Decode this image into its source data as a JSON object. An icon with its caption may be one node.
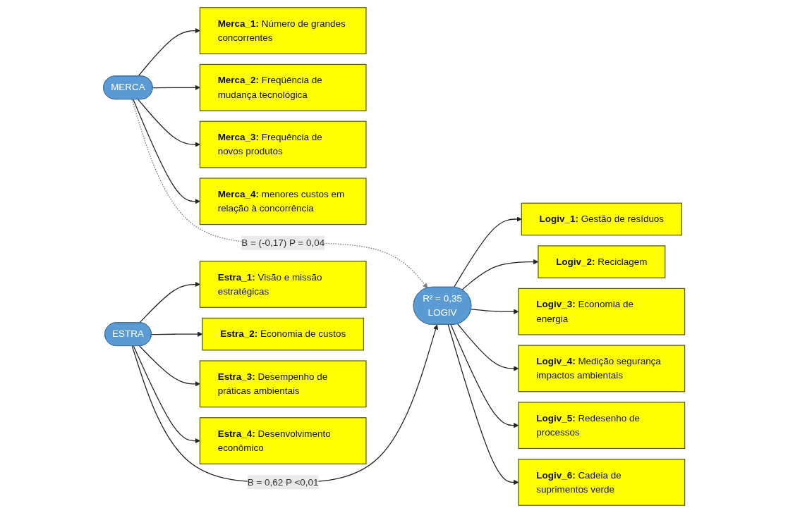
{
  "diagram": {
    "nodes": [
      {
        "text": [
          "**Merca_1:** Número de grandes concorrentes"
        ]
      },
      {
        "text": [
          "**Merca_2:** Freqüência de mudança tecnológica"
        ]
      },
      {
        "text": [
          "**Merca_3:** Frequência de novos produtos"
        ]
      },
      {
        "text": [
          "**Merca_4:** menores custos em relação à concorrência"
        ]
      },
      {
        "text": [
          "MERCA"
        ]
      },
      {
        "text": [
          "**Estra_1:** Visão e missão estratégicas"
        ]
      },
      {
        "text": [
          "**Estra_2:** Economia de custos"
        ]
      },
      {
        "text": [
          "**Estra_3:** Desempenho de práticas ambientais"
        ]
      },
      {
        "text": [
          "**Estra_4:** Desenvolvimento econômico"
        ]
      },
      {
        "text": [
          "ESTRA"
        ]
      },
      {
        "text": [
          "R² = 0,35",
          "LOGIV"
        ]
      },
      {
        "text": [
          "**Logiv_1:** Gestão de resíduos"
        ]
      },
      {
        "text": [
          "**Logiv_2:** Reciclagem"
        ]
      },
      {
        "text": [
          "**Logiv_3:** Economia de energia"
        ]
      },
      {
        "text": [
          "**Logiv_4:** Medição segurança impactos ambientais"
        ]
      },
      {
        "text": [
          "**Logiv_5:** Redesenho de processos"
        ]
      },
      {
        "text": [
          "**Logiv_6:** Cadeia de suprimentos verde"
        ]
      }
    ],
    "edges": [
      {
        "from": 4,
        "to": 0,
        "arrow": "to"
      },
      {
        "from": 4,
        "to": 1,
        "arrow": "to"
      },
      {
        "from": 4,
        "to": 2,
        "arrow": "to"
      },
      {
        "from": 4,
        "to": 3,
        "arrow": "to"
      },
      {
        "from": 9,
        "to": 5,
        "arrow": "to"
      },
      {
        "from": 9,
        "to": 6,
        "arrow": "to"
      },
      {
        "from": 9,
        "to": 7,
        "arrow": "to"
      },
      {
        "from": 9,
        "to": 8,
        "arrow": "to"
      },
      {
        "from": 4,
        "to": 10,
        "arrow": "to",
        "label": "B = (-0,17) P = 0,04",
        "style": "dashed",
        "color": "#808080"
      },
      {
        "from": 9,
        "to": 10,
        "arrow": "to",
        "label": "B = 0,62 P <0,01"
      },
      {
        "from": 10,
        "to": 11,
        "arrow": "to"
      },
      {
        "from": 10,
        "to": 12,
        "arrow": "to"
      },
      {
        "from": 10,
        "to": 13,
        "arrow": "to"
      },
      {
        "from": 10,
        "to": 14,
        "arrow": "to"
      },
      {
        "from": 10,
        "to": 15,
        "arrow": "to"
      },
      {
        "from": 10,
        "to": 16,
        "arrow": "to"
      }
    ]
  }
}
